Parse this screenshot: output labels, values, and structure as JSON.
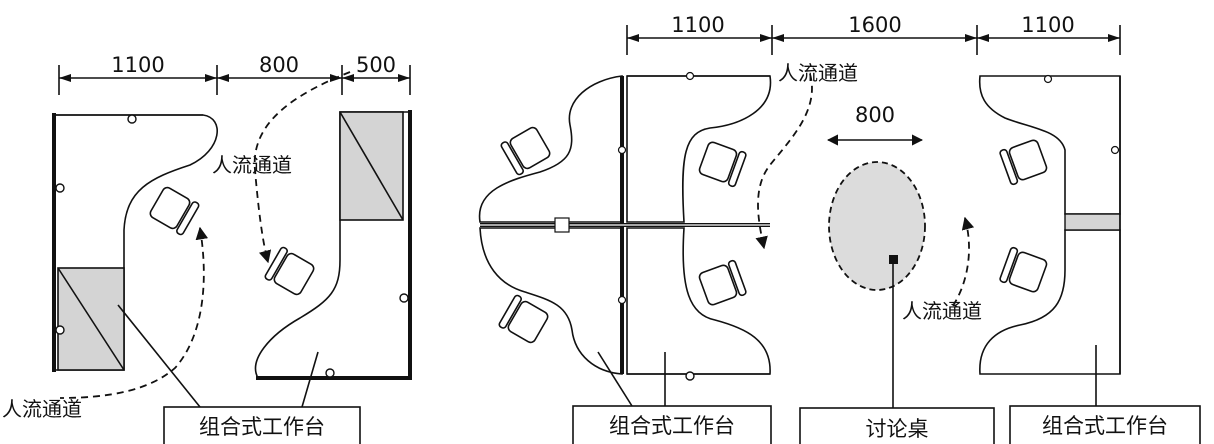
{
  "dimensions": {
    "left_a": "1100",
    "left_b": "800",
    "left_c": "500",
    "right_a": "1100",
    "right_b": "1600",
    "right_c": "1100",
    "table_width": "800"
  },
  "labels": {
    "passage_1": "人流通道",
    "passage_2": "人流通道",
    "passage_3": "人流通道",
    "passage_4": "人流通道"
  },
  "callouts": {
    "workstation_1": "组合式工作台",
    "workstation_2": "组合式工作台",
    "discussion_table": "讨论桌",
    "workstation_3": "组合式工作台"
  },
  "colors": {
    "line": "#111111",
    "fill_gray": "#d4d4d4",
    "table_gray": "#dcdcdc"
  }
}
